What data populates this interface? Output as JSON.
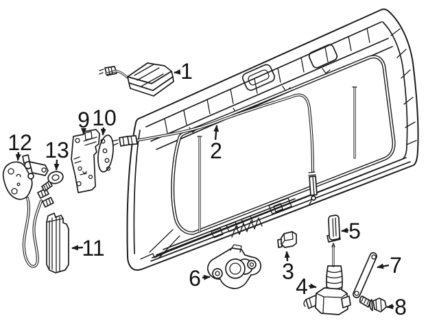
{
  "figure": {
    "background_color": "#ffffff",
    "line_color": "#1a1a1a"
  },
  "callouts": [
    {
      "label": "1"
    },
    {
      "label": "2"
    },
    {
      "label": "3"
    },
    {
      "label": "4"
    },
    {
      "label": "5"
    },
    {
      "label": "6"
    },
    {
      "label": "7"
    },
    {
      "label": "8"
    },
    {
      "label": "9"
    },
    {
      "label": "10"
    },
    {
      "label": "11"
    },
    {
      "label": "12"
    },
    {
      "label": "13"
    }
  ]
}
